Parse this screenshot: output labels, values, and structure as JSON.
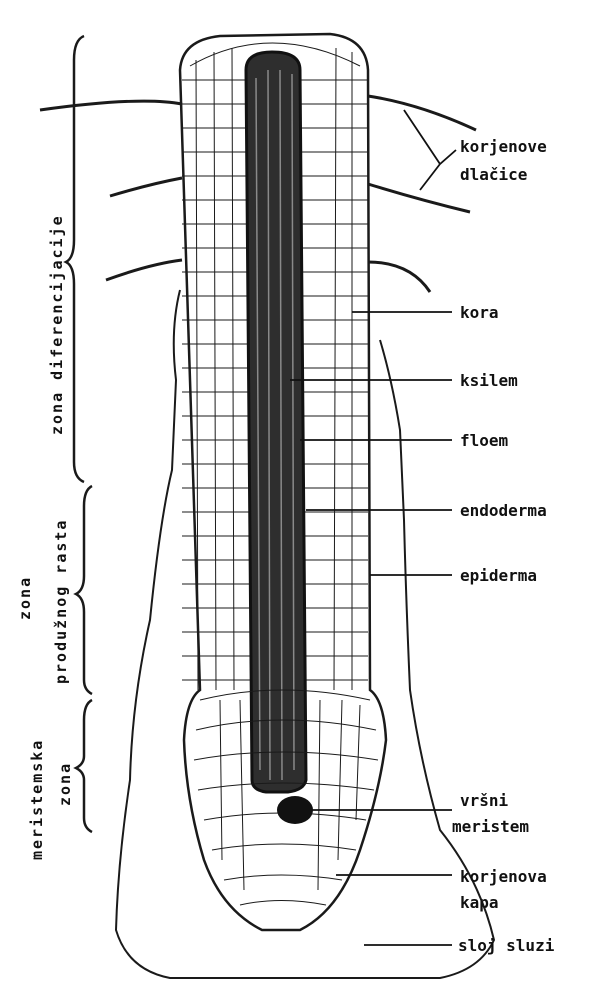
{
  "labels": {
    "root_hairs": [
      "korjenove",
      "dlačice"
    ],
    "cortex": "kora",
    "xylem": "ksilem",
    "phloem": "floem",
    "endodermis": "endoderma",
    "epidermis": "epiderma",
    "apical_meristem": [
      "vršni",
      "meristem"
    ],
    "root_cap": [
      "korjenova",
      "kapa"
    ],
    "mucilage": "sloj sluzi"
  },
  "zones": {
    "differentiation": "zona diferencijacije",
    "elongation": [
      "zona",
      "produžnog rasta"
    ],
    "meristematic": [
      "meristemska",
      "zona"
    ]
  }
}
